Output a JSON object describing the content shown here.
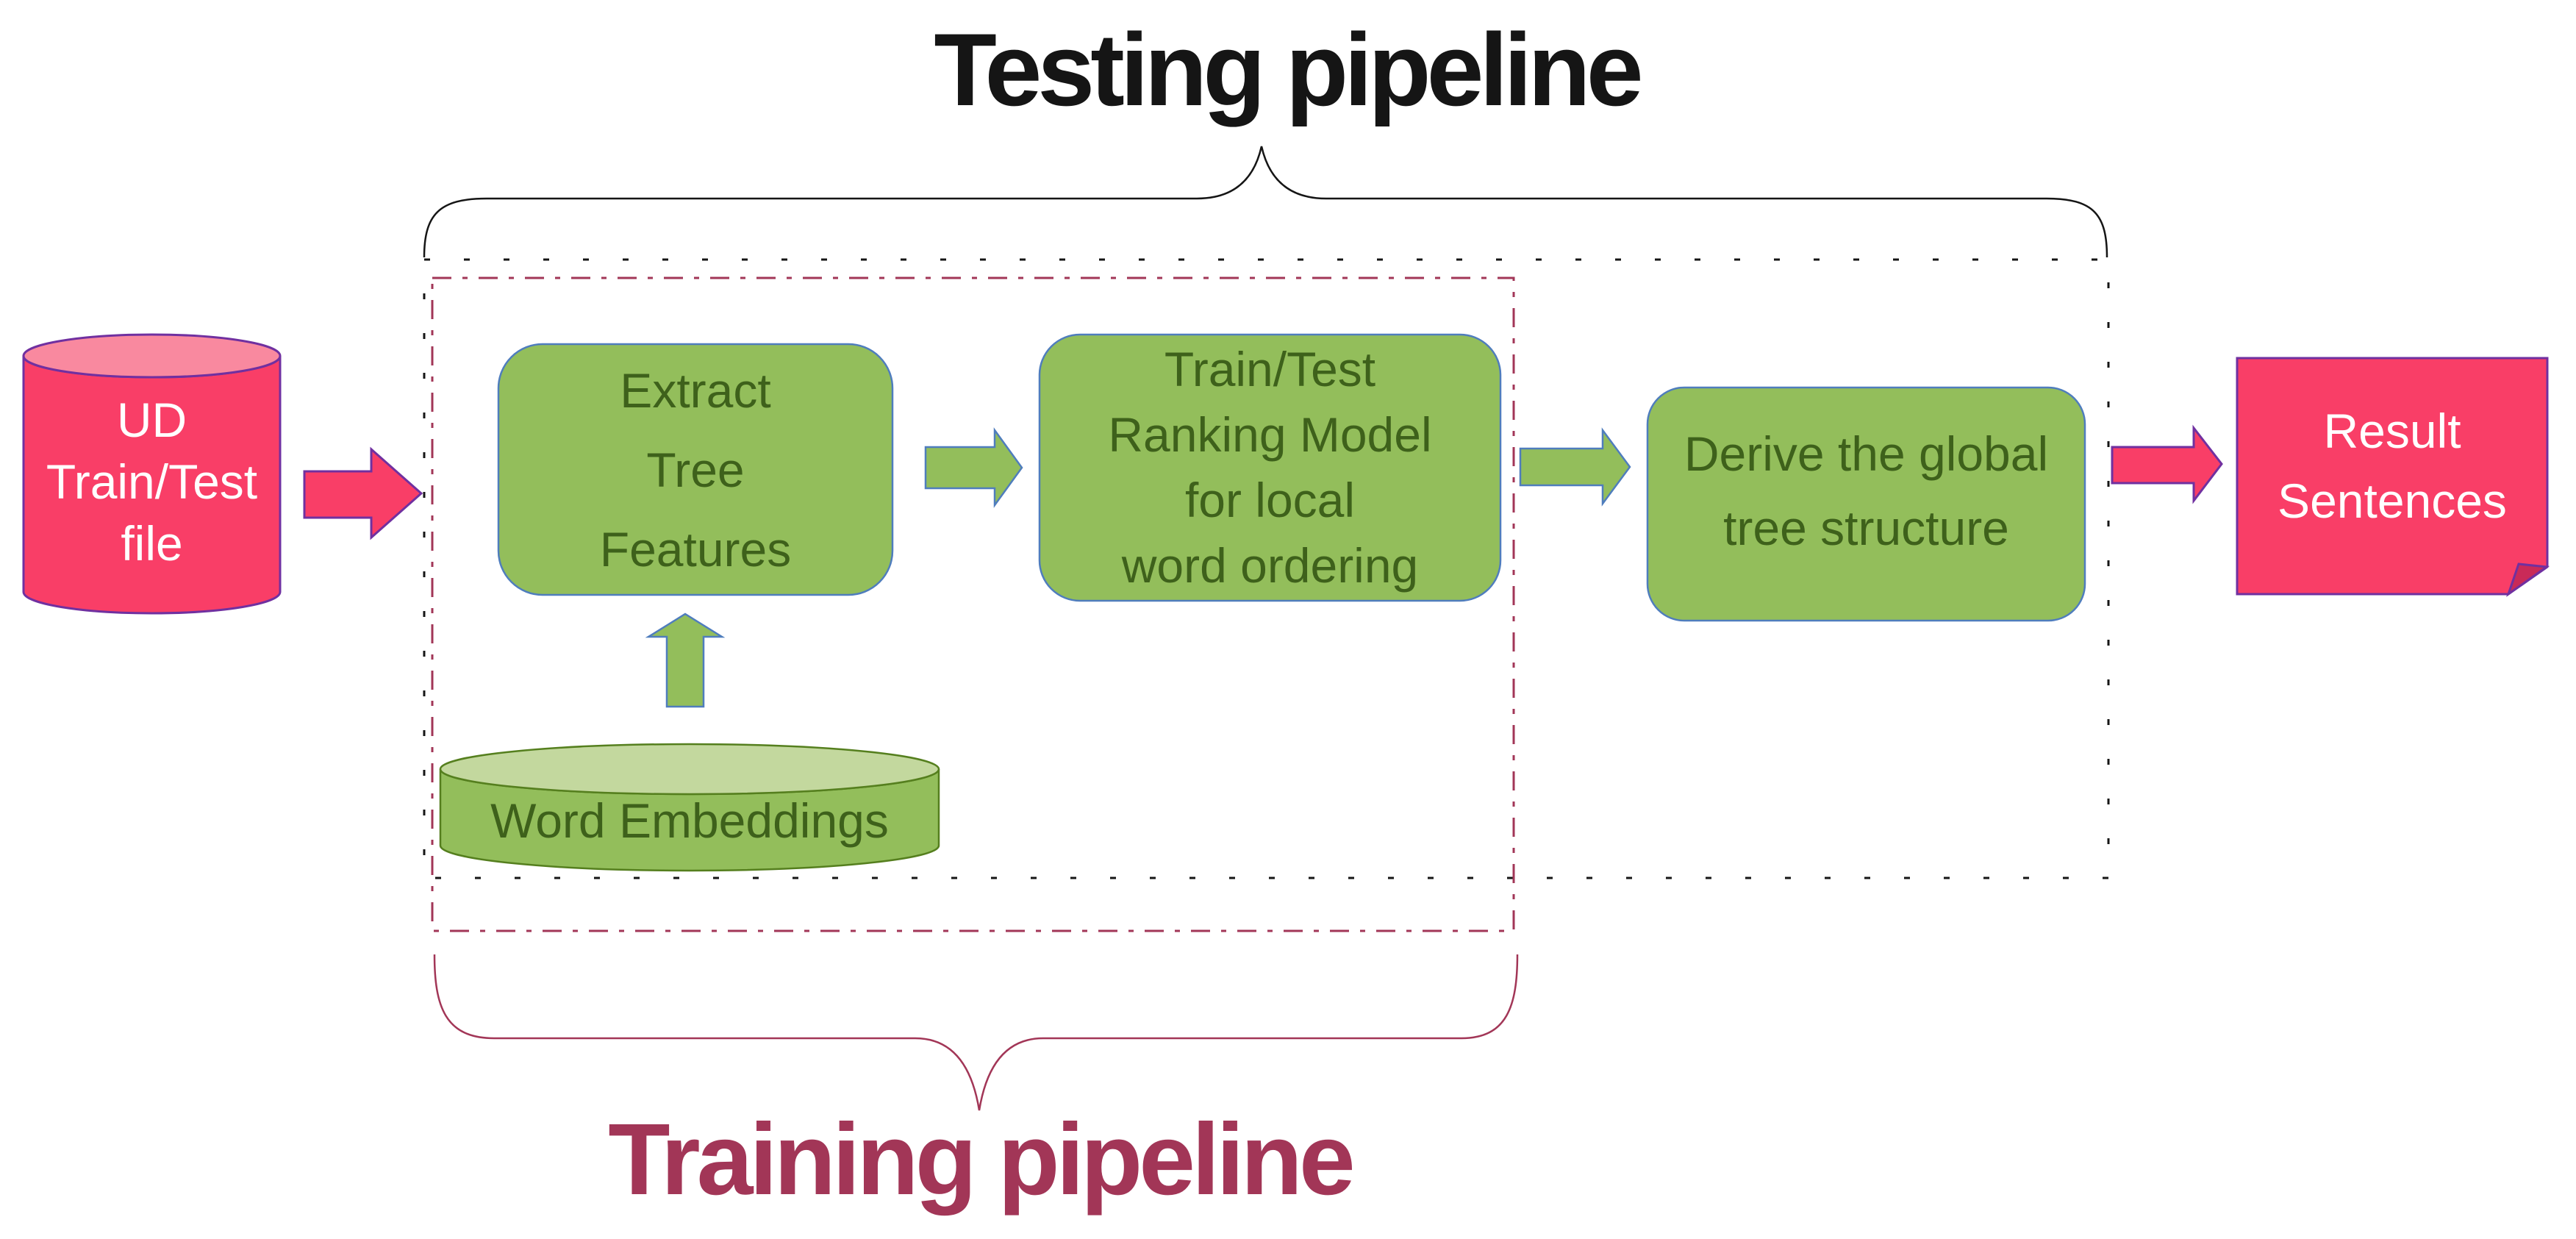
{
  "titles": {
    "testing": "Testing pipeline",
    "training": "Training pipeline"
  },
  "nodes": {
    "ud_database": {
      "lines": [
        "UD",
        "Train/Test",
        "file"
      ]
    },
    "extract_features": {
      "lines": [
        "Extract",
        "Tree",
        "Features"
      ]
    },
    "ranking_model": {
      "lines": [
        "Train/Test",
        "Ranking Model",
        "for local",
        "word ordering"
      ]
    },
    "derive_tree": {
      "lines": [
        "Derive the global",
        "tree structure"
      ]
    },
    "result_note": {
      "lines": [
        "Result",
        "Sentences"
      ]
    },
    "word_embeddings": {
      "label": "Word Embeddings"
    }
  },
  "colors": {
    "pink": "#F93E67",
    "pink-light": "#F9899F",
    "pink-fold": "#C92A58",
    "purple": "#7030A0",
    "green": "#93BE5B",
    "green-light": "#C3D89E",
    "green-dark-text": "#3E611B",
    "green-outline": "#557F1E",
    "blue-outline": "#4F7DBD",
    "maroon": "#A23657",
    "black": "#151515"
  }
}
